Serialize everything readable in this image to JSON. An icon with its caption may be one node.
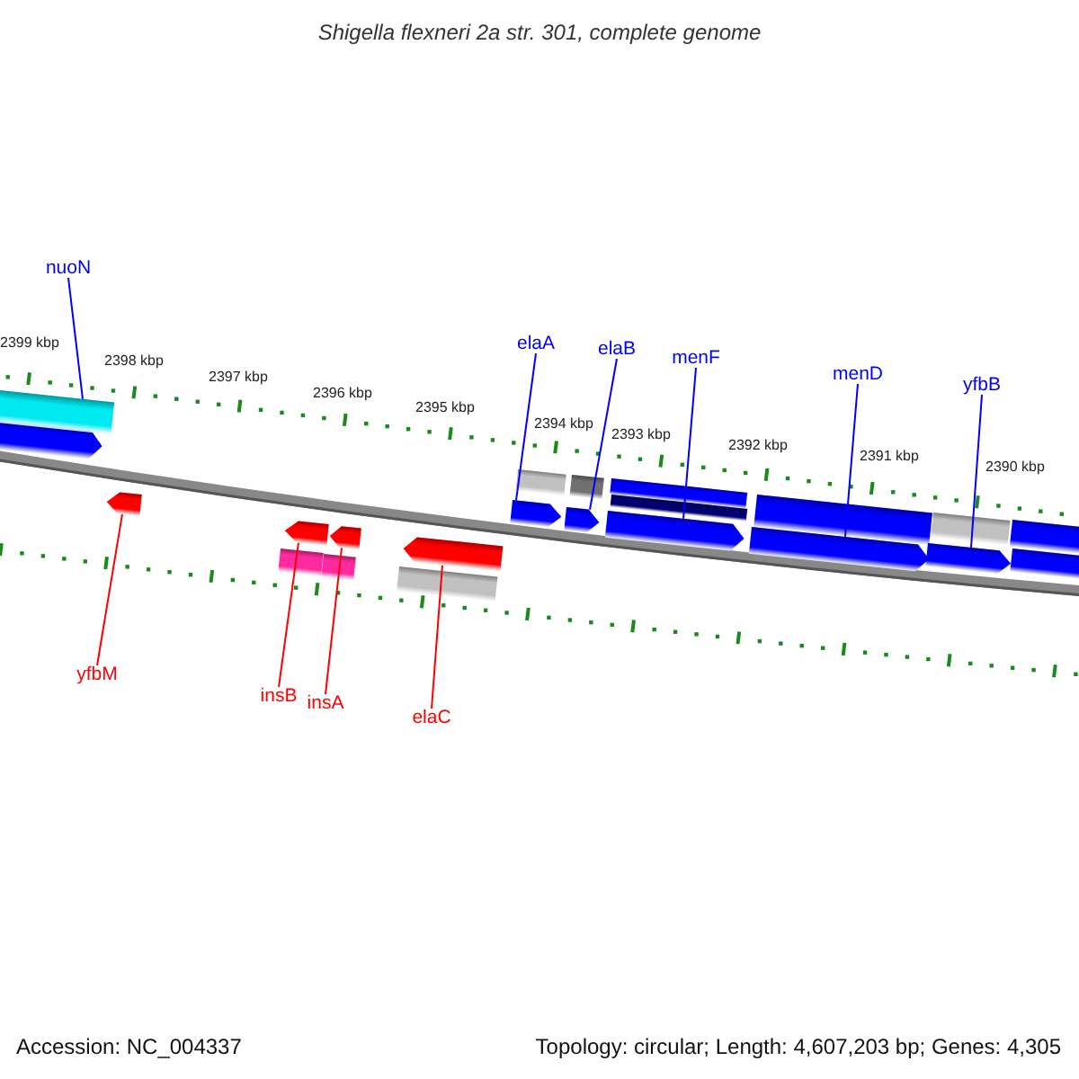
{
  "diagram": {
    "title": "Shigella flexneri 2a str. 301, complete genome",
    "nodes": [
      {
        "text": [
          "nuoN"
        ]
      },
      {
        "text": [],
        "shape": "bar"
      },
      {
        "text": [
          "elaA"
        ]
      },
      {
        "text": [],
        "shape": "arrow"
      },
      {
        "text": [
          "elaB"
        ]
      },
      {
        "text": [],
        "shape": "arrow"
      },
      {
        "text": [
          "menF"
        ]
      },
      {
        "text": [],
        "shape": "arrow"
      },
      {
        "text": [
          "menD"
        ]
      },
      {
        "text": [],
        "shape": "arrow"
      },
      {
        "text": [
          "yfbB"
        ]
      },
      {
        "text": [],
        "shape": "arrow"
      },
      {
        "text": [
          "yfbM"
        ]
      },
      {
        "text": [],
        "shape": "arrow"
      },
      {
        "text": [
          "insB"
        ]
      },
      {
        "text": [],
        "shape": "arrow"
      },
      {
        "text": [
          "insA"
        ]
      },
      {
        "text": [],
        "shape": "arrow"
      },
      {
        "text": [
          "elaC"
        ]
      },
      {
        "text": [],
        "shape": "arrow"
      }
    ],
    "edges": [
      {
        "from": 0,
        "to": 1,
        "arrow": "none"
      },
      {
        "from": 2,
        "to": 3,
        "arrow": "none"
      },
      {
        "from": 4,
        "to": 5,
        "arrow": "none"
      },
      {
        "from": 6,
        "to": 7,
        "arrow": "none"
      },
      {
        "from": 8,
        "to": 9,
        "arrow": "none"
      },
      {
        "from": 10,
        "to": 11,
        "arrow": "none"
      },
      {
        "from": 12,
        "to": 13,
        "arrow": "none",
        "color": "#ff0000"
      },
      {
        "from": 14,
        "to": 15,
        "arrow": "none",
        "color": "#ff0000"
      },
      {
        "from": 16,
        "to": 17,
        "arrow": "none",
        "color": "#ff0000"
      },
      {
        "from": 18,
        "to": 19,
        "arrow": "none",
        "color": "#ff0000"
      }
    ],
    "labels": [
      "2399 kbp",
      "2398 kbp",
      "2397 kbp",
      "2396 kbp",
      "2395 kbp",
      "2394 kbp",
      "2393 kbp",
      "2392 kbp",
      "2391 kbp",
      "2390 kbp",
      "Accession: NC_004337",
      "Topology: circular; Length: 4,607,203 bp; Genes: 4,305"
    ]
  }
}
